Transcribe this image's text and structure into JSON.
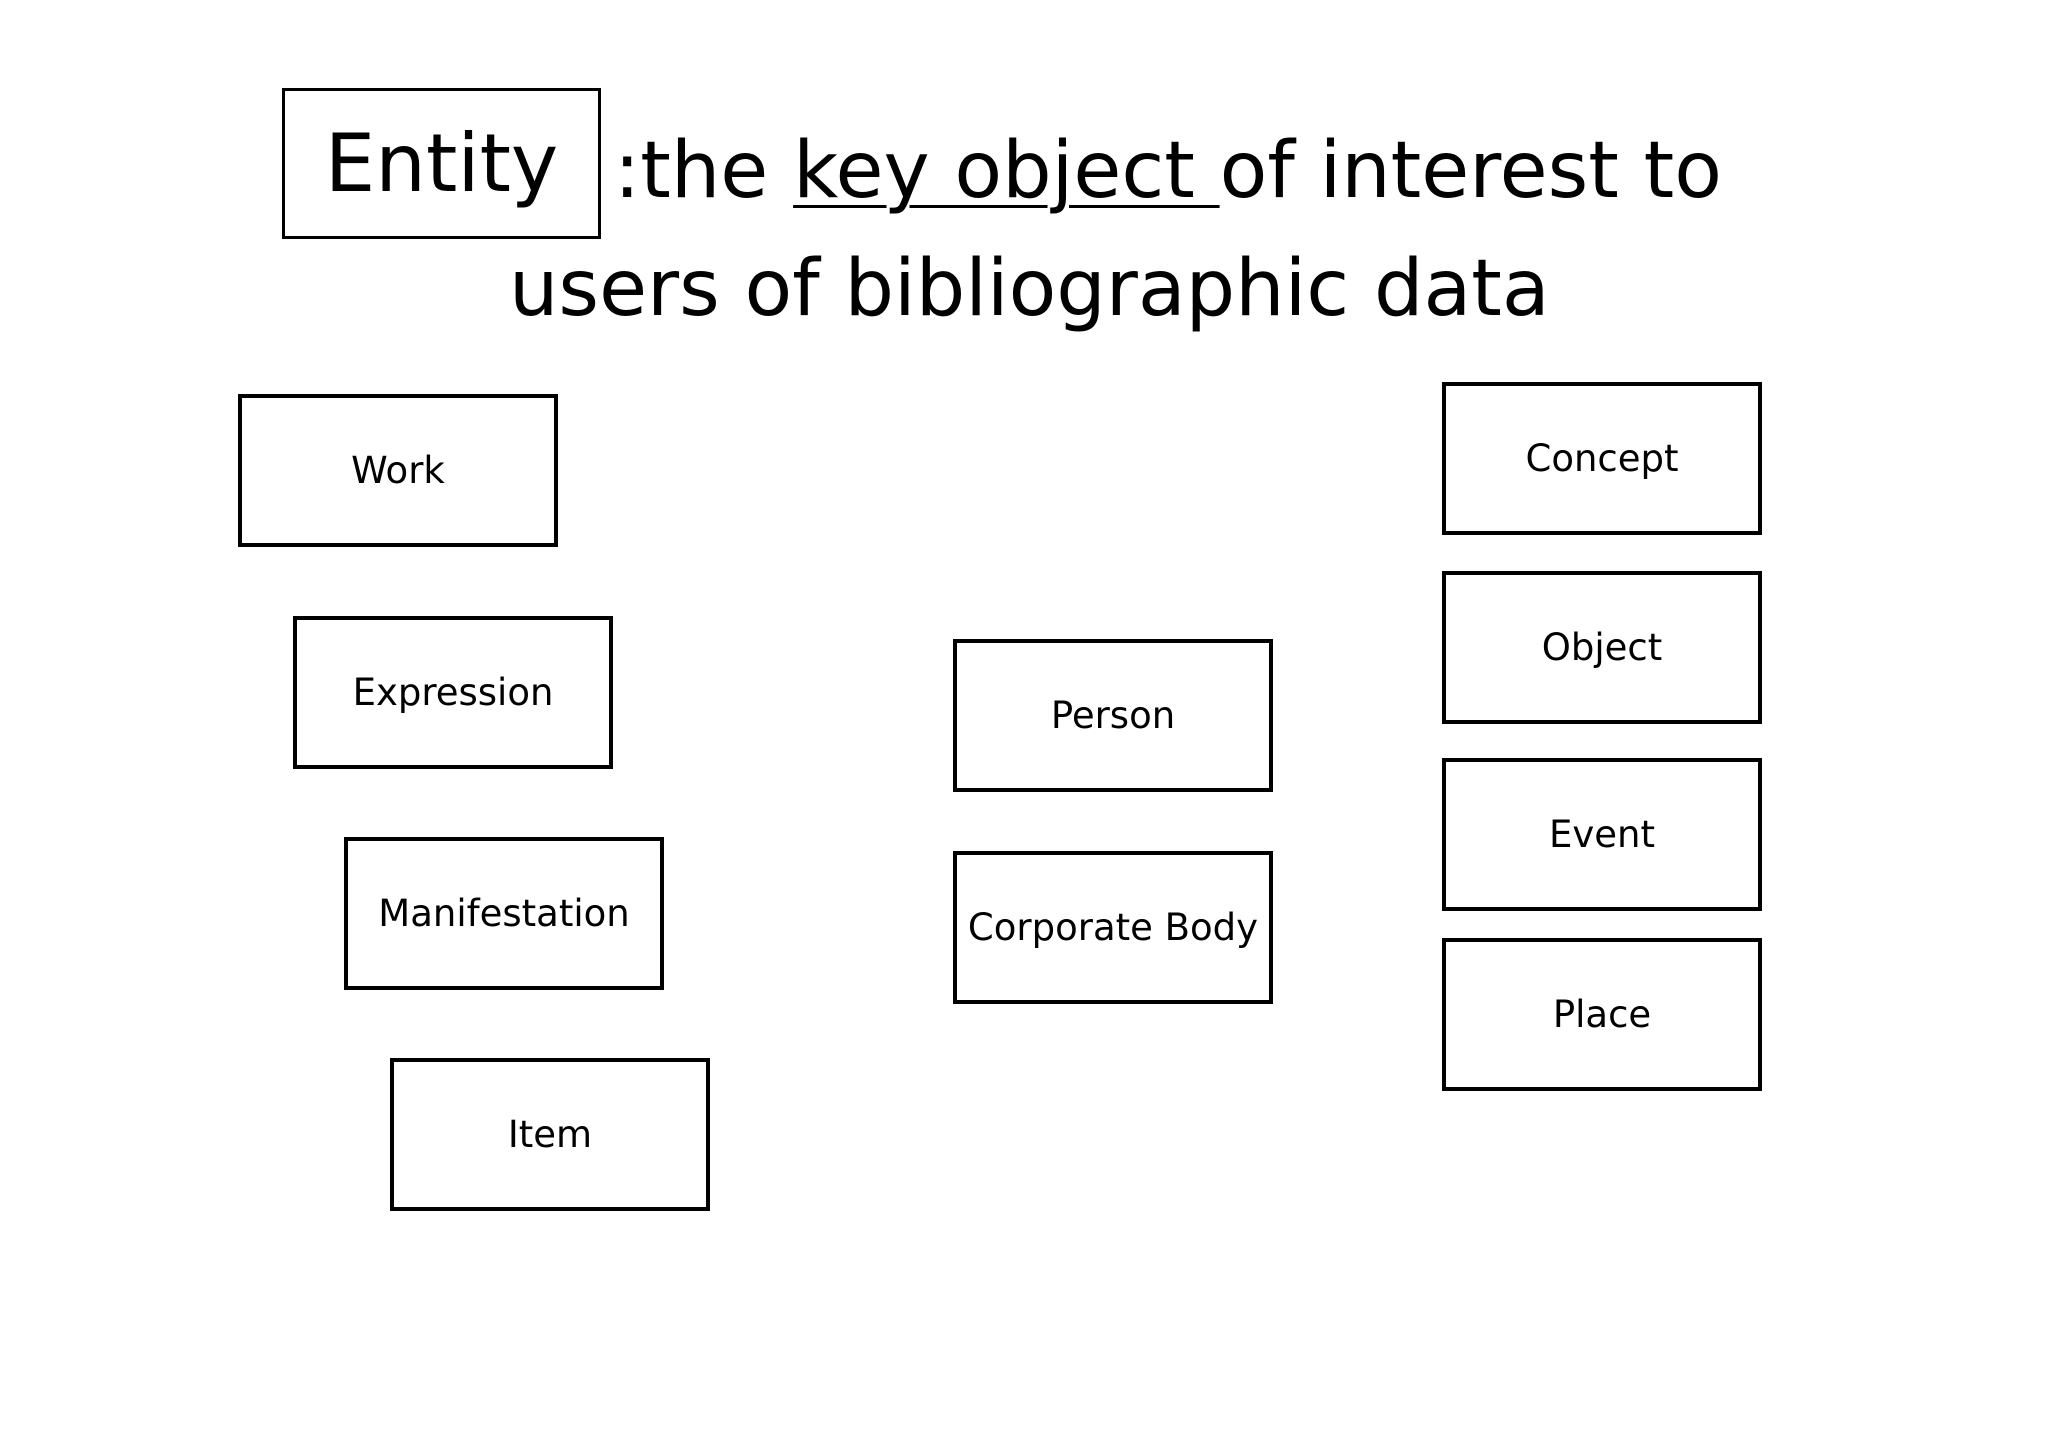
{
  "title": {
    "boxed_word": "Entity",
    "prefix": ":the ",
    "underlined": "key object ",
    "suffix": "of interest to",
    "line2": "users of bibliographic data"
  },
  "groups": {
    "group1": [
      "Work",
      "Expression",
      "Manifestation",
      "Item"
    ],
    "group2": [
      "Person",
      "Corporate Body"
    ],
    "group3": [
      "Concept",
      "Object",
      "Event",
      "Place"
    ]
  }
}
